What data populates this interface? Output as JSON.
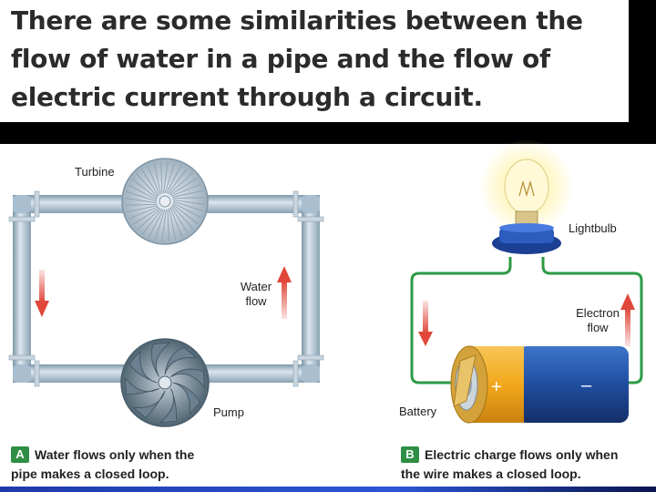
{
  "header": {
    "text": "There are some similarities between the flow of water in a pipe and the flow of electric current through a circuit."
  },
  "panel_a": {
    "turbine_label": "Turbine",
    "pump_label": "Pump",
    "flow_label_line1": "Water",
    "flow_label_line2": "flow",
    "badge": "A",
    "caption_line1": "Water flows only when the",
    "caption_line2": "pipe makes a closed loop."
  },
  "panel_b": {
    "lightbulb_label": "Lightbulb",
    "battery_label": "Battery",
    "flow_label_line1": "Electron",
    "flow_label_line2": "flow",
    "plus_sign": "+",
    "minus_sign": "–",
    "badge": "B",
    "caption_line1": "Electric charge flows only when",
    "caption_line2": "the wire makes a closed loop."
  },
  "colors": {
    "pipe": "#a9bfcf",
    "wire": "#2e9a45",
    "arrow": "#e0473a",
    "battery_gold": "#f2a81d",
    "battery_blue": "#1f4ea0",
    "badge_green": "#2e8e43"
  }
}
